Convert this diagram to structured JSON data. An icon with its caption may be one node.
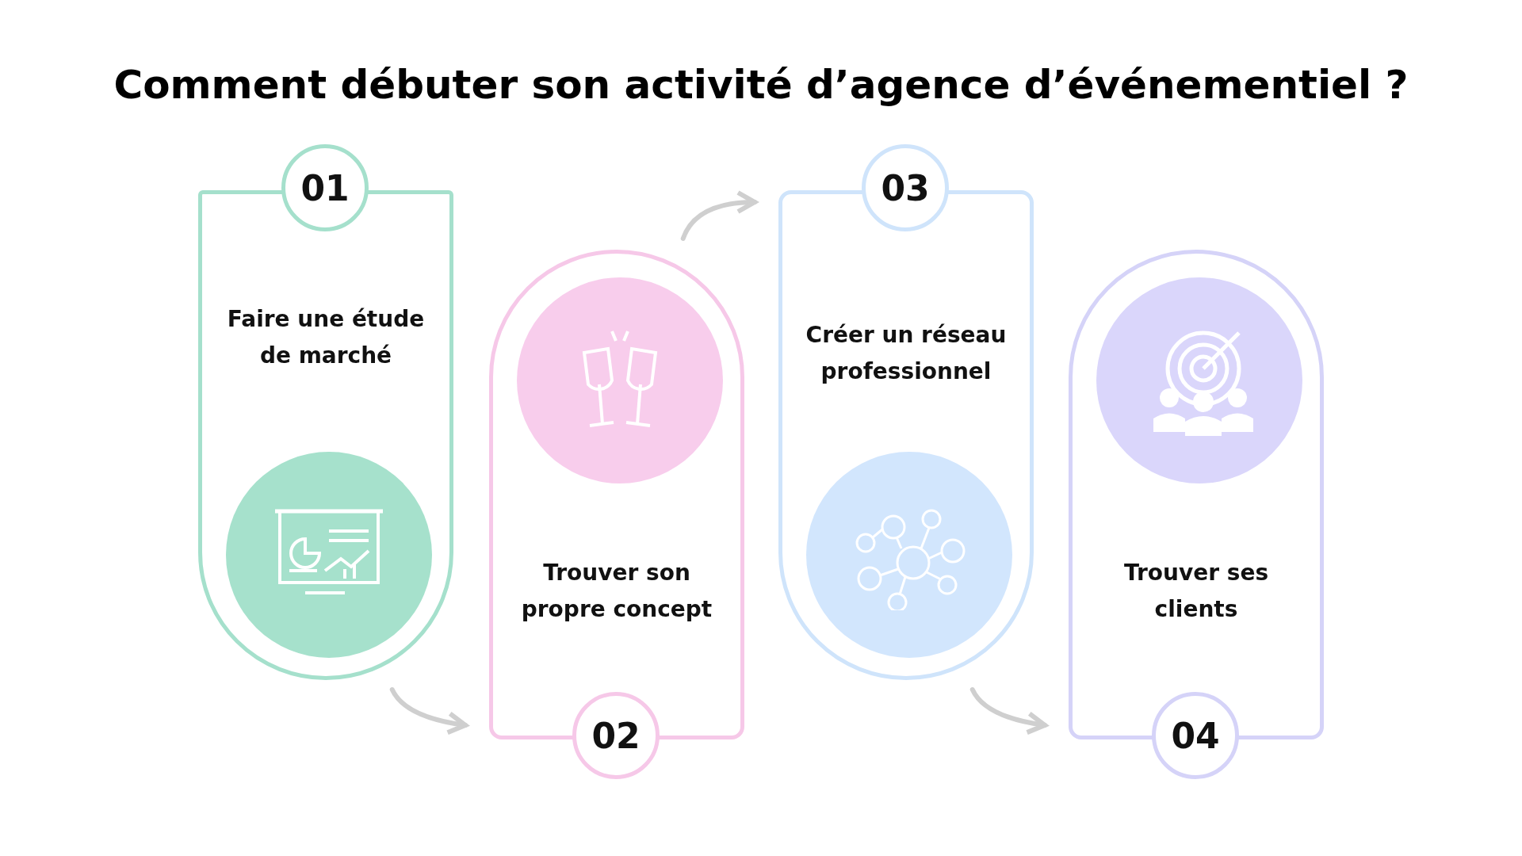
{
  "diagram": {
    "title": "Comment débuter son activité d’agence d’événementiel ?",
    "nodes": [
      {
        "text": [
          "01"
        ]
      },
      {
        "text": [
          "Faire une étude de marché"
        ]
      },
      {
        "text": [
          "Trouver son propre concept"
        ]
      },
      {
        "text": [
          "02"
        ]
      },
      {
        "text": [
          "03"
        ]
      },
      {
        "text": [
          "Créer un réseau professionnel"
        ]
      },
      {
        "text": [
          "Trouver ses clients"
        ]
      },
      {
        "text": [
          "04"
        ]
      }
    ],
    "edges": [
      {
        "from": 1,
        "to": 2,
        "arrow": "to"
      },
      {
        "from": 2,
        "to": 5,
        "arrow": "to"
      },
      {
        "from": 5,
        "to": 6,
        "arrow": "to"
      }
    ]
  }
}
